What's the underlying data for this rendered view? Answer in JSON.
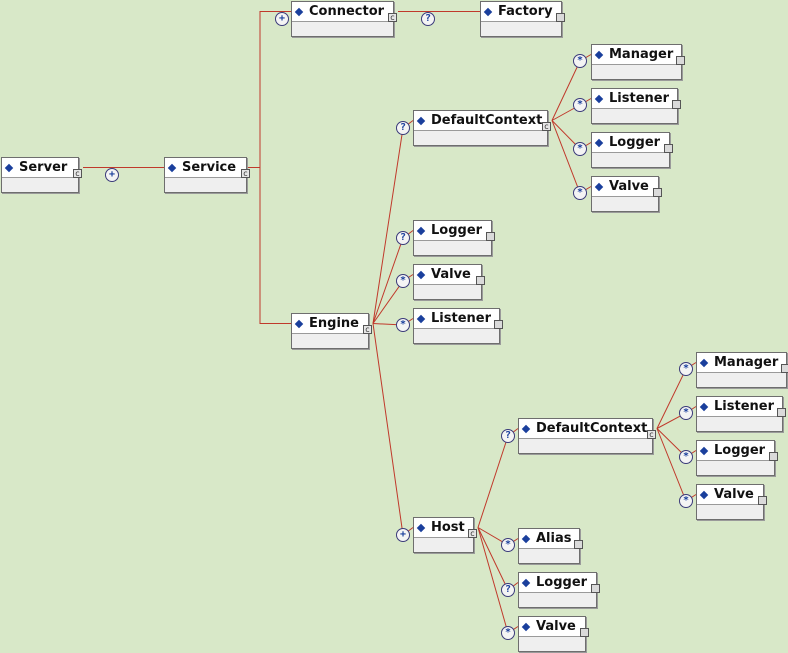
{
  "nodes": [
    {
      "id": "server",
      "label": "Server",
      "corner": "c"
    },
    {
      "id": "service",
      "label": "Service",
      "corner": "c"
    },
    {
      "id": "connector",
      "label": "Connector",
      "corner": "c"
    },
    {
      "id": "factory",
      "label": "Factory",
      "corner": ""
    },
    {
      "id": "dc1",
      "label": "DefaultContext",
      "corner": "c"
    },
    {
      "id": "mgr1",
      "label": "Manager",
      "corner": ""
    },
    {
      "id": "lis1",
      "label": "Listener",
      "corner": ""
    },
    {
      "id": "log1",
      "label": "Logger",
      "corner": ""
    },
    {
      "id": "val1",
      "label": "Valve",
      "corner": ""
    },
    {
      "id": "log2",
      "label": "Logger",
      "corner": ""
    },
    {
      "id": "val2",
      "label": "Valve",
      "corner": ""
    },
    {
      "id": "lis2",
      "label": "Listener",
      "corner": ""
    },
    {
      "id": "engine",
      "label": "Engine",
      "corner": "c"
    },
    {
      "id": "dc2",
      "label": "DefaultContext",
      "corner": "c"
    },
    {
      "id": "mgr2",
      "label": "Manager",
      "corner": ""
    },
    {
      "id": "lis3",
      "label": "Listener",
      "corner": ""
    },
    {
      "id": "log3",
      "label": "Logger",
      "corner": ""
    },
    {
      "id": "val3",
      "label": "Valve",
      "corner": ""
    },
    {
      "id": "host",
      "label": "Host",
      "corner": "c"
    },
    {
      "id": "alias",
      "label": "Alias",
      "corner": ""
    },
    {
      "id": "log4",
      "label": "Logger",
      "corner": ""
    },
    {
      "id": "val4",
      "label": "Valve",
      "corner": ""
    }
  ],
  "edges": [
    {
      "from": "server",
      "to": "service",
      "mult": "+"
    },
    {
      "from": "service",
      "to": "connector",
      "mult": "+"
    },
    {
      "from": "service",
      "to": "engine",
      "mult": ""
    },
    {
      "from": "connector",
      "to": "factory",
      "mult": "?"
    },
    {
      "from": "engine",
      "to": "dc1",
      "mult": "?"
    },
    {
      "from": "dc1",
      "to": "mgr1",
      "mult": "*"
    },
    {
      "from": "dc1",
      "to": "lis1",
      "mult": "*"
    },
    {
      "from": "dc1",
      "to": "log1",
      "mult": "*"
    },
    {
      "from": "dc1",
      "to": "val1",
      "mult": "*"
    },
    {
      "from": "engine",
      "to": "log2",
      "mult": "?"
    },
    {
      "from": "engine",
      "to": "val2",
      "mult": "*"
    },
    {
      "from": "engine",
      "to": "lis2",
      "mult": "*"
    },
    {
      "from": "engine",
      "to": "host",
      "mult": "+"
    },
    {
      "from": "host",
      "to": "dc2",
      "mult": "?"
    },
    {
      "from": "dc2",
      "to": "mgr2",
      "mult": "*"
    },
    {
      "from": "dc2",
      "to": "lis3",
      "mult": "*"
    },
    {
      "from": "dc2",
      "to": "log3",
      "mult": "*"
    },
    {
      "from": "dc2",
      "to": "val3",
      "mult": "*"
    },
    {
      "from": "host",
      "to": "alias",
      "mult": "*"
    },
    {
      "from": "host",
      "to": "log4",
      "mult": "?"
    },
    {
      "from": "host",
      "to": "val4",
      "mult": "*"
    }
  ],
  "colors": {
    "background": "#d8e8c8",
    "link": "#c0392b",
    "diamond": "#1a3f9c"
  }
}
